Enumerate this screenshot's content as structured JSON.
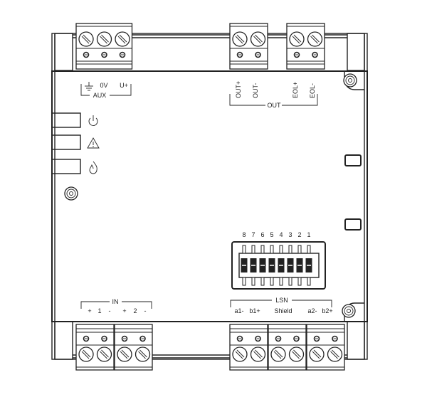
{
  "aux": {
    "group_label": "AUX",
    "terminals": [
      "ground-symbol",
      "0V",
      "U+"
    ]
  },
  "out": {
    "group_label": "OUT",
    "terminals": [
      "OUT+",
      "OUT-",
      "EOL+",
      "EOL-"
    ]
  },
  "indicators": [
    {
      "icon": "power-icon"
    },
    {
      "icon": "warning-icon"
    },
    {
      "icon": "fire-icon"
    }
  ],
  "dip": {
    "numbers": [
      "8",
      "7",
      "6",
      "5",
      "4",
      "3",
      "2",
      "1"
    ]
  },
  "in": {
    "group_label": "IN",
    "terminals": [
      "+",
      "1",
      "-",
      "+",
      "2",
      "-"
    ]
  },
  "lsn": {
    "group_label": "LSN",
    "terminals": [
      "a1-",
      "b1+",
      "Shield",
      "a2-",
      "b2+"
    ]
  }
}
